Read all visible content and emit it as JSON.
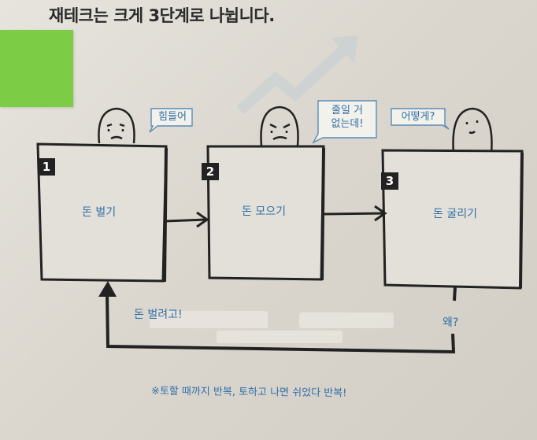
{
  "heading": "재테크는 크게 3단계로 나뉩니다.",
  "steps": [
    {
      "number": "1",
      "label": "돈 벌기",
      "bubble": "힘들어"
    },
    {
      "number": "2",
      "label": "돈 모으기",
      "bubble_line1": "줄일 거",
      "bubble_line2": "없는데!"
    },
    {
      "number": "3",
      "label": "돈 굴리기",
      "bubble": "어떻게?"
    }
  ],
  "loop_label": "돈 벌려고!",
  "why_label": "왜?",
  "footnote": "※토할 때까지 반복, 토하고 나면 쉬었다 반복!",
  "colors": {
    "ink": "#222222",
    "label_blue": "#2f6fa6",
    "sticky_green": "#7ccc45"
  }
}
